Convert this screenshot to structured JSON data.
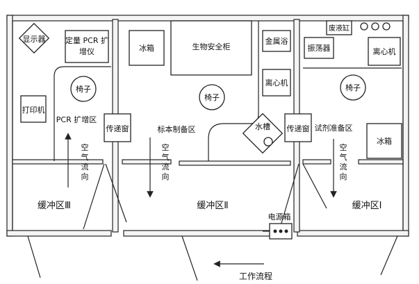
{
  "title": "",
  "zones": {
    "pcr_zone": "PCR 扩增区",
    "standard_prep_zone": "标本制备区",
    "reagent_prep_zone": "试剂准备区",
    "buffer_3": "缓冲区Ⅲ",
    "buffer_2": "缓冲区Ⅱ",
    "buffer_1": "缓冲区Ⅰ"
  },
  "equipment": {
    "monitor": "显示器",
    "qpcr": "定量 PCR 扩增仪",
    "qpcr_line1": "定量 PCR 扩",
    "qpcr_line2": "增仪",
    "printer": "打印机",
    "fridge_2": "冰箱",
    "bio_safety_cabinet": "生物安全柜",
    "metal_bath": "金属浴",
    "centrifuge_2": "离心机",
    "sink": "水槽",
    "waste_tank": "废液缸",
    "shaker": "振荡器",
    "centrifuge_1": "离心机",
    "fridge_1": "冰箱",
    "power_box": "电源箱"
  },
  "chairs": [
    "椅子",
    "椅子",
    "椅子"
  ],
  "pass_windows": [
    "传递窗",
    "传递窗"
  ],
  "airflow_label": [
    "空",
    "气",
    "流",
    "向"
  ],
  "workflow_label": "工作流程"
}
